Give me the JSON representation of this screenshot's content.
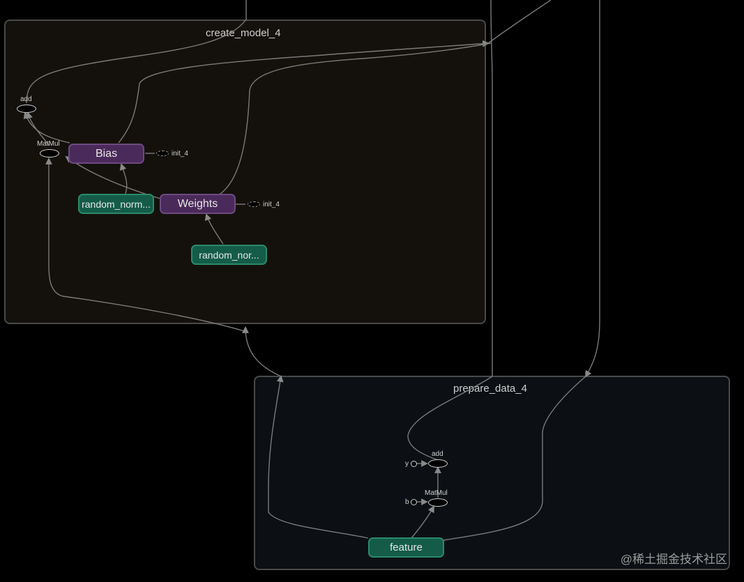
{
  "scopes": {
    "create_model": "create_model_4",
    "prepare_data": "prepare_data_4"
  },
  "create_model": {
    "add_label": "add",
    "matmul_label": "MatMul",
    "bias_label": "Bias",
    "weights_label": "Weights",
    "random_norm_1": "random_norm...",
    "random_norm_2": "random_nor...",
    "init_bias": "init_4",
    "init_weights": "init_4"
  },
  "prepare_data": {
    "add_label": "add",
    "matmul_label": "MatMul",
    "y_label": "y",
    "b_label": "b",
    "feature_label": "feature"
  },
  "watermark": "@稀土掘金技术社区",
  "colors": {
    "background": "#000000",
    "scope_border": "#4a4a4a",
    "scope_fill_create": "#14110c",
    "scope_fill_prepare": "#0c1014",
    "variable_node": "#4a2a5a",
    "op_node": "#145c48",
    "edge": "#7a7a7a"
  }
}
